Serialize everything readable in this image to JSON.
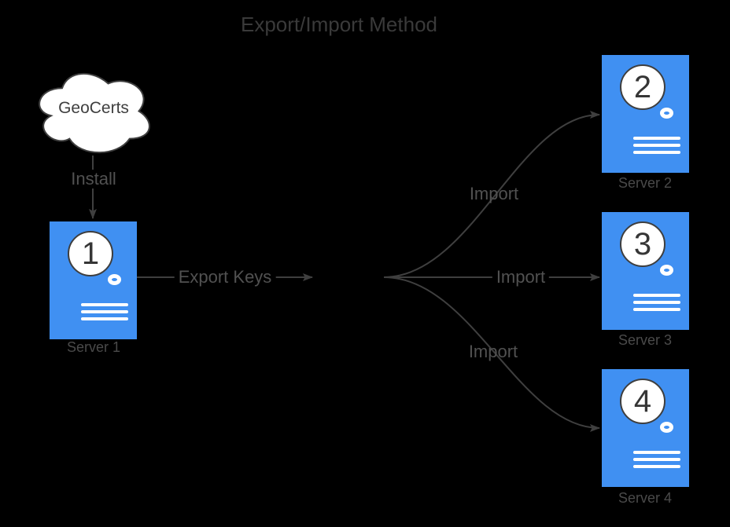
{
  "title": "Export/Import Method",
  "cloud": {
    "label": "GeoCerts"
  },
  "edges": {
    "install_label": "Install",
    "export_label": "Export Keys",
    "imports": [
      {
        "label": "Import",
        "target": "Server 2"
      },
      {
        "label": "Import",
        "target": "Server 3"
      },
      {
        "label": "Import",
        "target": "Server 4"
      }
    ]
  },
  "servers": [
    {
      "number": "1",
      "label": "Server 1"
    },
    {
      "number": "2",
      "label": "Server 2"
    },
    {
      "number": "3",
      "label": "Server 3"
    },
    {
      "number": "4",
      "label": "Server 4"
    }
  ],
  "icons": {
    "cloud": "cloud-shape",
    "server_number_badge": "numbered-circle",
    "power_indicator": "ellipse-ring-icon",
    "server_vents": "three-horizontal-lines"
  },
  "colors": {
    "background": "#000000",
    "server_fill": "#4090f2",
    "connector_stroke": "#3f3f3f",
    "shape_fill": "#ffffff",
    "shape_stroke": "#3f3f3f",
    "title_text": "#3a3a3a",
    "edge_label_text": "#515151",
    "server_label_text": "#4a4a4a",
    "number_text": "#363636"
  }
}
